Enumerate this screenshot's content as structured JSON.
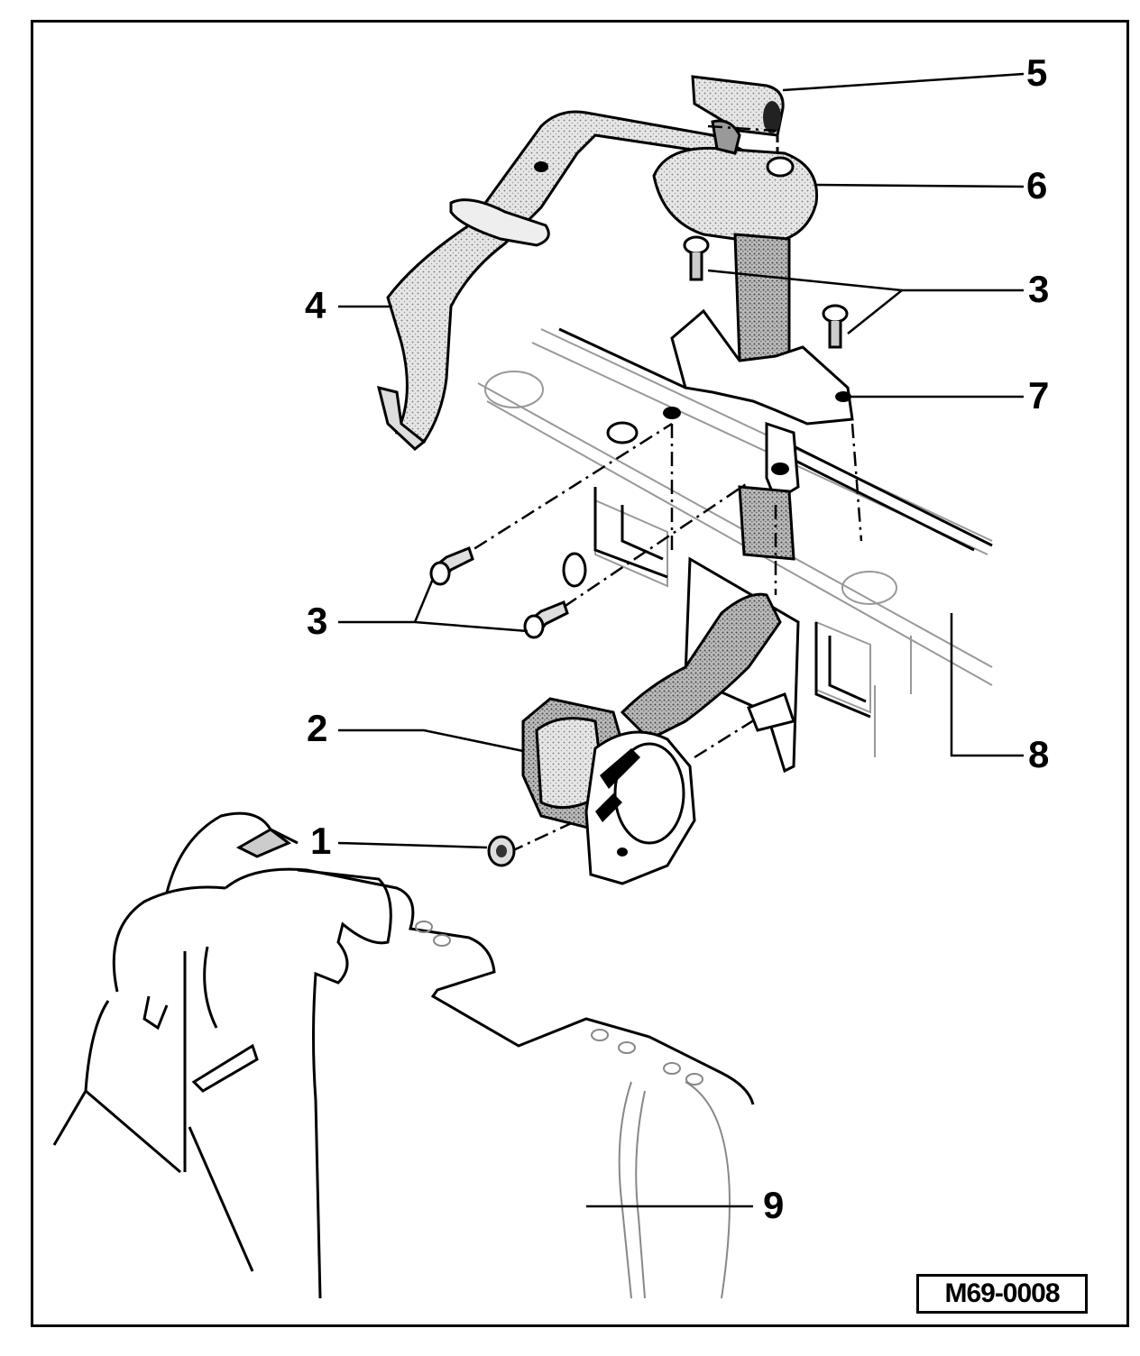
{
  "callouts": [
    {
      "id": "c1",
      "label": "1"
    },
    {
      "id": "c2",
      "label": "2"
    },
    {
      "id": "c3a",
      "label": "3"
    },
    {
      "id": "c3b",
      "label": "3"
    },
    {
      "id": "c4",
      "label": "4"
    },
    {
      "id": "c5",
      "label": "5"
    },
    {
      "id": "c6",
      "label": "6"
    },
    {
      "id": "c7",
      "label": "7"
    },
    {
      "id": "c8",
      "label": "8"
    },
    {
      "id": "c9",
      "label": "9"
    }
  ],
  "figure_reference": "M69-0008"
}
